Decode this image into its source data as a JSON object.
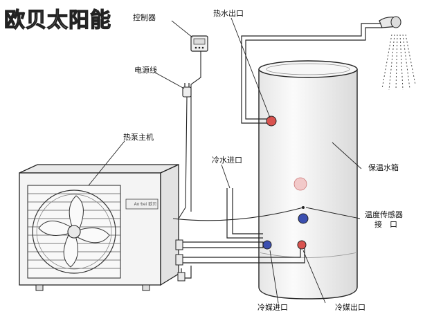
{
  "brand": "欧贝太阳能",
  "labels": {
    "controller": "控制器",
    "power_cord": "电源线",
    "heat_pump_unit": "热泵主机",
    "hot_water_outlet": "热水出口",
    "cold_water_inlet": "冷水进口",
    "storage_tank": "保温水箱",
    "temp_sensor_line1": "温度传感器",
    "temp_sensor_line2": "接　口",
    "refrigerant_inlet": "冷媒进口",
    "refrigerant_outlet": "冷媒出口"
  },
  "unit_nameplate": "Ao·bei 欧贝",
  "colors": {
    "line": "#222222",
    "hot_fitting": "#d9534f",
    "cold_fitting": "#3b4fb0",
    "tank_fill": "#f2f2f2",
    "unit_fill": "#f4f4f4"
  }
}
